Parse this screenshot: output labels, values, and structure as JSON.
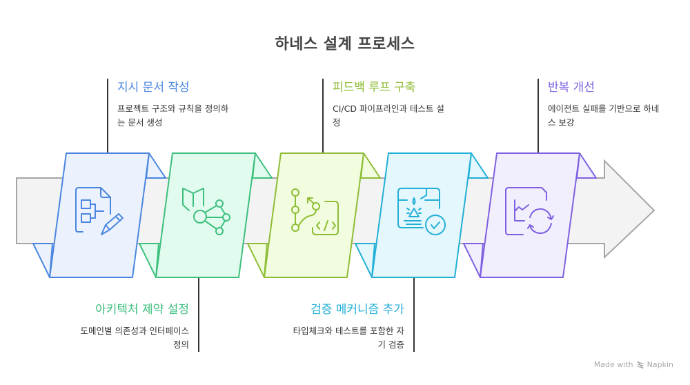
{
  "title": "하네스 설계 프로세스",
  "steps": [
    {
      "id": 1,
      "heading": "지시 문서 작성",
      "description_line1": "프로젝트 구조와 규칙을 정의하",
      "description_line2": "는 문서 생성",
      "position": "top",
      "icon": "document-flowchart-edit-icon",
      "stroke": "#4a86e0",
      "fill": "#ecf2fd",
      "text_color": "#4a86e0"
    },
    {
      "id": 2,
      "heading": "아키텍처 제약 설정",
      "description_line1": "도메인별 의존성과 인터페이스",
      "description_line2": "정의",
      "position": "bottom",
      "icon": "architecture-network-icon",
      "stroke": "#3dbf7d",
      "fill": "#e2fbef",
      "text_color": "#3dbf7d"
    },
    {
      "id": 3,
      "heading": "피드백 루프 구축",
      "description_line1": "CI/CD 파이프라인과 테스트 설",
      "description_line2": "정",
      "position": "top",
      "icon": "git-branch-code-icon",
      "stroke": "#8ebd35",
      "fill": "#f2fde0",
      "text_color": "#8ebd35"
    },
    {
      "id": 4,
      "heading": "검증 메커니즘 추가",
      "description_line1": "타입체크와 테스트를 포함한 자",
      "description_line2": "기 검증",
      "position": "bottom",
      "icon": "verification-check-icon",
      "stroke": "#22afd6",
      "fill": "#e4f7fd",
      "text_color": "#22afd6"
    },
    {
      "id": 5,
      "heading": "반복 개선",
      "description_line1": "에이전트 실패를 기반으로 하네",
      "description_line2": "스 보강",
      "position": "top",
      "icon": "chart-refresh-icon",
      "stroke": "#7f60e0",
      "fill": "#f1eefd",
      "text_color": "#7f60e0"
    }
  ],
  "arrow": {
    "stroke": "#a6a6a6",
    "fill": "#f3f3f3"
  },
  "connector_color": "#333333",
  "footer": {
    "made_with": "Made with",
    "brand": "Napkin"
  }
}
